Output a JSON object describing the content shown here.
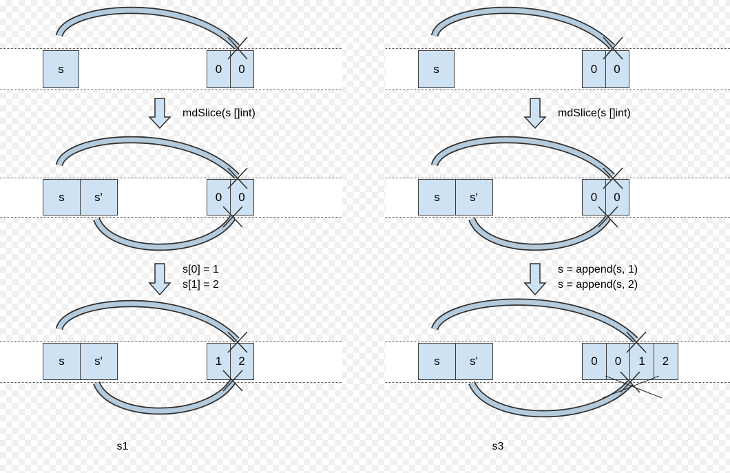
{
  "panels": [
    {
      "label": "s1",
      "stage1": {
        "vars": [
          "s"
        ],
        "cells": [
          "0",
          "0"
        ]
      },
      "stage2": {
        "vars": [
          "s",
          "s'"
        ],
        "cells": [
          "0",
          "0"
        ]
      },
      "stage3": {
        "vars": [
          "s",
          "s'"
        ],
        "cells": [
          "1",
          "2"
        ]
      },
      "step1_label": "mdSlice(s []int)",
      "step2_lines": [
        "s[0] = 1",
        "s[1] = 2"
      ]
    },
    {
      "label": "s3",
      "stage1": {
        "vars": [
          "s"
        ],
        "cells": [
          "0",
          "0"
        ]
      },
      "stage2": {
        "vars": [
          "s",
          "s'"
        ],
        "cells": [
          "0",
          "0"
        ]
      },
      "stage3": {
        "vars": [
          "s",
          "s'"
        ],
        "cells": [
          "0",
          "0",
          "1",
          "2"
        ]
      },
      "step1_label": "mdSlice(s []int)",
      "step2_lines": [
        "s = append(s, 1)",
        "s = append(s, 2)"
      ]
    }
  ],
  "colors": {
    "box_fill": "#cfe2f3",
    "box_border": "#3b3b3b",
    "arrow_fill": "#b4cbdd",
    "arrow_outline": "#2f2f2f"
  }
}
